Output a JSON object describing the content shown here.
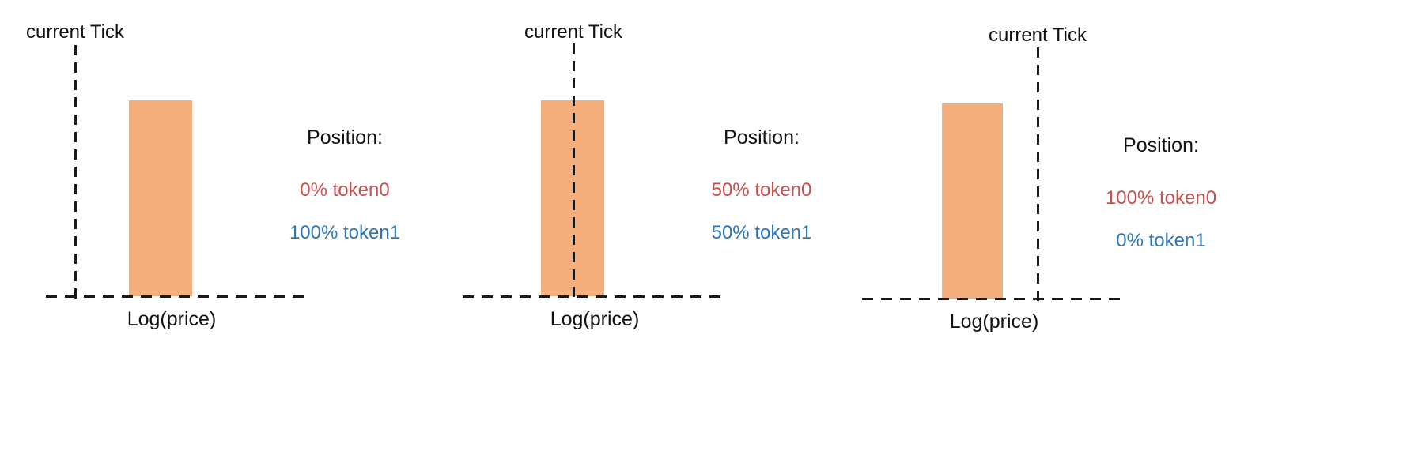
{
  "colors": {
    "bar": "#F5AF7D",
    "token0_text": "#C6504E",
    "token1_text": "#2E75B6",
    "line": "#1A1A1A"
  },
  "panels": [
    {
      "tick_label": "current Tick",
      "axis_label": "Log(price)",
      "position_heading": "Position:",
      "token0": "0% token0",
      "token1": "100% token1",
      "tick_relation": "tick-left-of-range"
    },
    {
      "tick_label": "current Tick",
      "axis_label": "Log(price)",
      "position_heading": "Position:",
      "token0": "50% token0",
      "token1": "50% token1",
      "tick_relation": "tick-inside-range"
    },
    {
      "tick_label": "current Tick",
      "axis_label": "Log(price)",
      "position_heading": "Position:",
      "token0": "100% token0",
      "token1": "0% token1",
      "tick_relation": "tick-right-of-range"
    }
  ]
}
